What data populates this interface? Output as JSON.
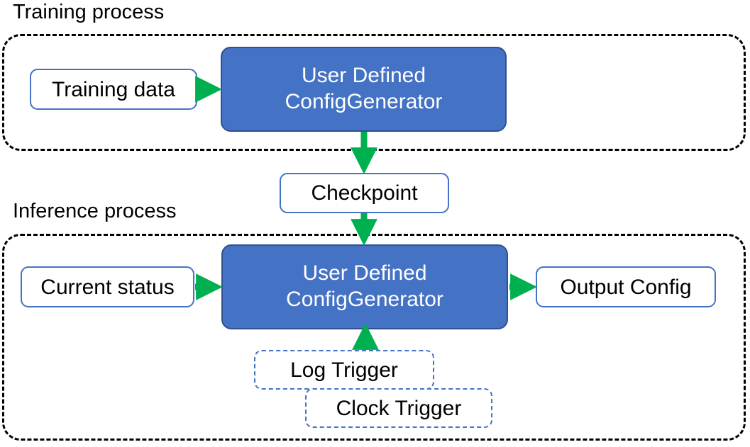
{
  "diagram": {
    "title_sections": [
      {
        "id": "training",
        "label": "Training process"
      },
      {
        "id": "inference",
        "label": "Inference process"
      }
    ],
    "colors": {
      "primary_fill": "#4472C4",
      "primary_border": "#2F528F",
      "node_border": "#4472C4",
      "arrow": "#00B050",
      "group_border": "#000000",
      "text_dark": "#000000",
      "text_light": "#FFFFFF",
      "background": "#FFFFFF"
    },
    "training": {
      "group_label": "Training process",
      "input_node": "Training data",
      "process_node": {
        "line1": "User Defined",
        "line2": "ConfigGenerator"
      }
    },
    "checkpoint": {
      "label": "Checkpoint"
    },
    "inference": {
      "group_label": "Inference process",
      "input_node": "Current status",
      "process_node": {
        "line1": "User Defined",
        "line2": "ConfigGenerator"
      },
      "output_node": "Output Config",
      "triggers": [
        {
          "label": "Log Trigger"
        },
        {
          "label": "Clock Trigger"
        }
      ]
    },
    "arrows": [
      {
        "name": "training-data-to-generator",
        "from": "Training data",
        "to": "User Defined ConfigGenerator",
        "direction": "right"
      },
      {
        "name": "generator-to-checkpoint",
        "from": "User Defined ConfigGenerator",
        "to": "Checkpoint",
        "direction": "down"
      },
      {
        "name": "checkpoint-to-generator",
        "from": "Checkpoint",
        "to": "User Defined ConfigGenerator",
        "direction": "down"
      },
      {
        "name": "current-status-to-generator",
        "from": "Current status",
        "to": "User Defined ConfigGenerator",
        "direction": "right"
      },
      {
        "name": "generator-to-output-config",
        "from": "User Defined ConfigGenerator",
        "to": "Output Config",
        "direction": "right"
      },
      {
        "name": "triggers-to-generator",
        "from": "Log Trigger",
        "to": "User Defined ConfigGenerator",
        "direction": "up"
      }
    ]
  }
}
